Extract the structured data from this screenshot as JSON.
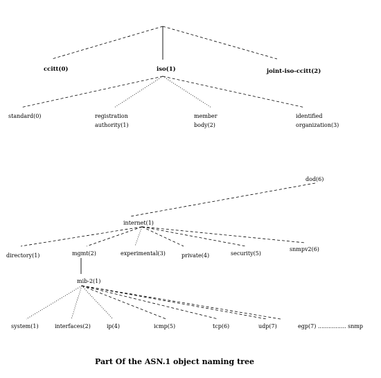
{
  "caption": "Part Of the ASN.1 object naming tree",
  "nodes": {
    "ccitt": "ccitt(0)",
    "iso": "iso(1)",
    "joint": "joint-iso-ccitt(2)",
    "standard": "standard(0)",
    "registration_1": "registration",
    "registration_2": "authority(1)",
    "member_1": "member",
    "member_2": "body(2)",
    "identified_1": "identified",
    "identified_2": "organization(3)",
    "dod": "dod(6)",
    "internet": "internet(1)",
    "directory": "directory(1)",
    "mgmt": "mgmt(2)",
    "experimental": "experimental(3)",
    "private": "private(4)",
    "security": "security(5)",
    "snmpv2": "snmpv2(6)",
    "mib2": "mib-2(1)",
    "system": "system(1)",
    "interfaces": "interfaces(2)",
    "ip": "ip(4)",
    "icmp": "icmp(5)",
    "tcp": "tcp(6)",
    "udp": "udp(7)",
    "egp": "egp(7) ................ snmp"
  }
}
